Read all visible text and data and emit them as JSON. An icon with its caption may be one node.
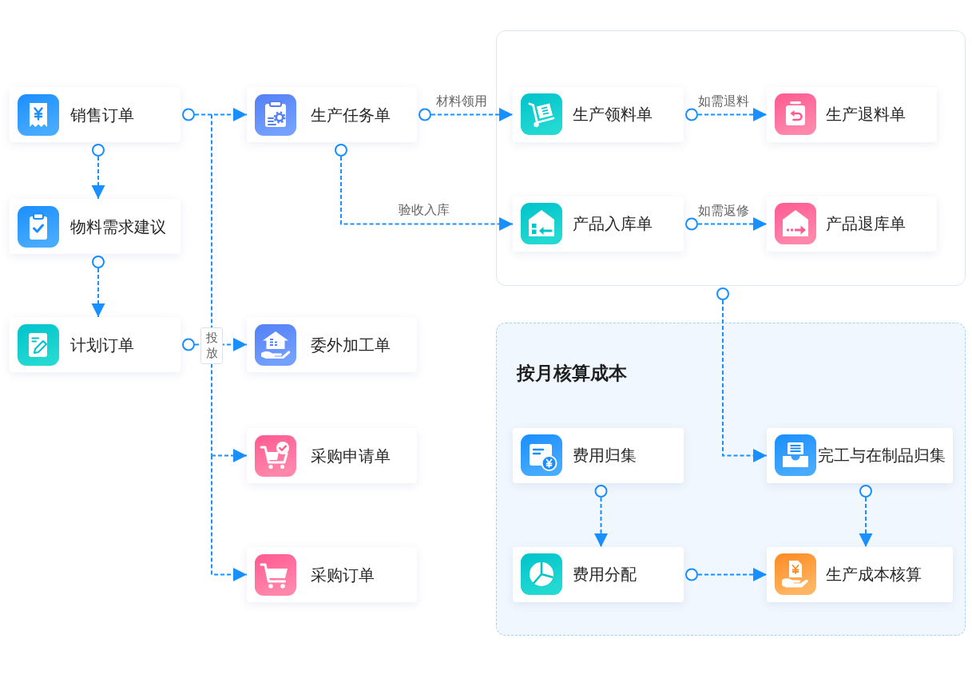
{
  "diagram": {
    "nodes": [
      {
        "text": [
          "销售订单"
        ]
      },
      {
        "text": [
          "生产任务单"
        ]
      },
      {
        "text": [],
        "shape": "box"
      },
      {
        "text": [
          "生产领料单"
        ],
        "in": 2
      },
      {
        "text": [
          "生产退料单"
        ],
        "in": 2
      },
      {
        "text": [
          "物料需求建议"
        ]
      },
      {
        "text": [
          "产品入库单"
        ],
        "in": 2
      },
      {
        "text": [
          "产品退库单"
        ],
        "in": 2
      },
      {
        "text": [
          "计划订单"
        ]
      },
      {
        "text": [
          "委外加工单"
        ]
      },
      {
        "text": [
          "按月核算成本"
        ]
      },
      {
        "text": [
          "采购申请单"
        ]
      },
      {
        "text": [
          "费用归集"
        ],
        "in": 10
      },
      {
        "text": [
          "完工与在制品归集"
        ],
        "in": 10
      },
      {
        "text": [
          "采购订单"
        ]
      },
      {
        "text": [
          "费用分配"
        ],
        "in": 10
      },
      {
        "text": [
          "生产成本核算"
        ],
        "in": 10
      }
    ],
    "edges": [
      {
        "from": 0,
        "to": 1,
        "arrow": "to"
      },
      {
        "from": 0,
        "to": 9,
        "arrow": "to"
      },
      {
        "from": 0,
        "to": 11,
        "arrow": "to"
      },
      {
        "from": 0,
        "to": 14,
        "arrow": "to"
      },
      {
        "from": 8,
        "to": 1,
        "arrow": "to"
      },
      {
        "from": 8,
        "to": 9,
        "arrow": "to",
        "label": "投放"
      },
      {
        "from": 8,
        "to": 11,
        "arrow": "to"
      },
      {
        "from": 8,
        "to": 14,
        "arrow": "to"
      },
      {
        "from": 0,
        "to": 5,
        "arrow": "to"
      },
      {
        "from": 5,
        "to": 8,
        "arrow": "to"
      },
      {
        "from": 1,
        "to": 3,
        "arrow": "to",
        "label": "材料领用"
      },
      {
        "from": 1,
        "to": 6,
        "arrow": "to",
        "label": "验收入库"
      },
      {
        "from": 3,
        "to": 4,
        "arrow": "to",
        "label": "如需退料"
      },
      {
        "from": 6,
        "to": 7,
        "arrow": "to",
        "label": "如需返修"
      },
      {
        "from": 2,
        "to": 13,
        "arrow": "to"
      },
      {
        "from": 12,
        "to": 15,
        "arrow": "to"
      },
      {
        "from": 13,
        "to": 16,
        "arrow": "to"
      },
      {
        "from": 15,
        "to": 16,
        "arrow": "to"
      }
    ]
  }
}
